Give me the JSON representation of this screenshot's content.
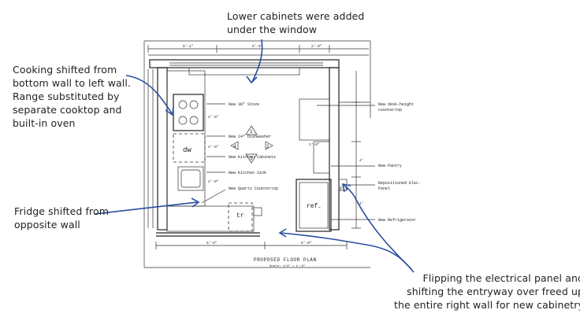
{
  "annotations": {
    "top": [
      "Lower cabinets were added",
      "under the window"
    ],
    "left": [
      "Cooking shifted from",
      "bottom wall to left wall.",
      "Range substituted by",
      "separate cooktop and",
      "built-in oven"
    ],
    "fridge": [
      "Fridge shifted from",
      "opposite wall"
    ],
    "panel": [
      "Flipping the electrical panel and",
      "shifting the entryway over freed up",
      "the entire right wall for  new cabinetry"
    ]
  },
  "plan": {
    "title": "PROPOSED  FLOOR  PLAN",
    "scale": "Scale: 1/4\" = 1'-0\"",
    "labels_left": [
      "New 30\" Stove",
      "New 24\" Dishwasher",
      "New Kitchen Cabinets",
      "New Kitchen Sink",
      "New Quartz Countertop"
    ],
    "labels_right": [
      "New desk-height",
      "countertop",
      "New Pantry",
      "Repositioned Elec.",
      "Panel",
      "New Refrigerator"
    ],
    "markers": [
      "1",
      "2",
      "3",
      "4"
    ],
    "dw": "dw",
    "ref": "ref.",
    "tr": "tr",
    "ep": "E.P.",
    "dims_top": [
      "8'-1\"",
      "5'-0\"",
      "2'-0\""
    ],
    "dims_bottom": [
      "5'-8\"",
      "5'-0\""
    ],
    "dims_misc": [
      "1'-0\"",
      "2'-0\"",
      "3'-0\"",
      "2'-0\"",
      "4'",
      "4'",
      "3'-0\""
    ]
  },
  "colors": {
    "arrow": "#2a4f9e",
    "ink": "#222222"
  }
}
